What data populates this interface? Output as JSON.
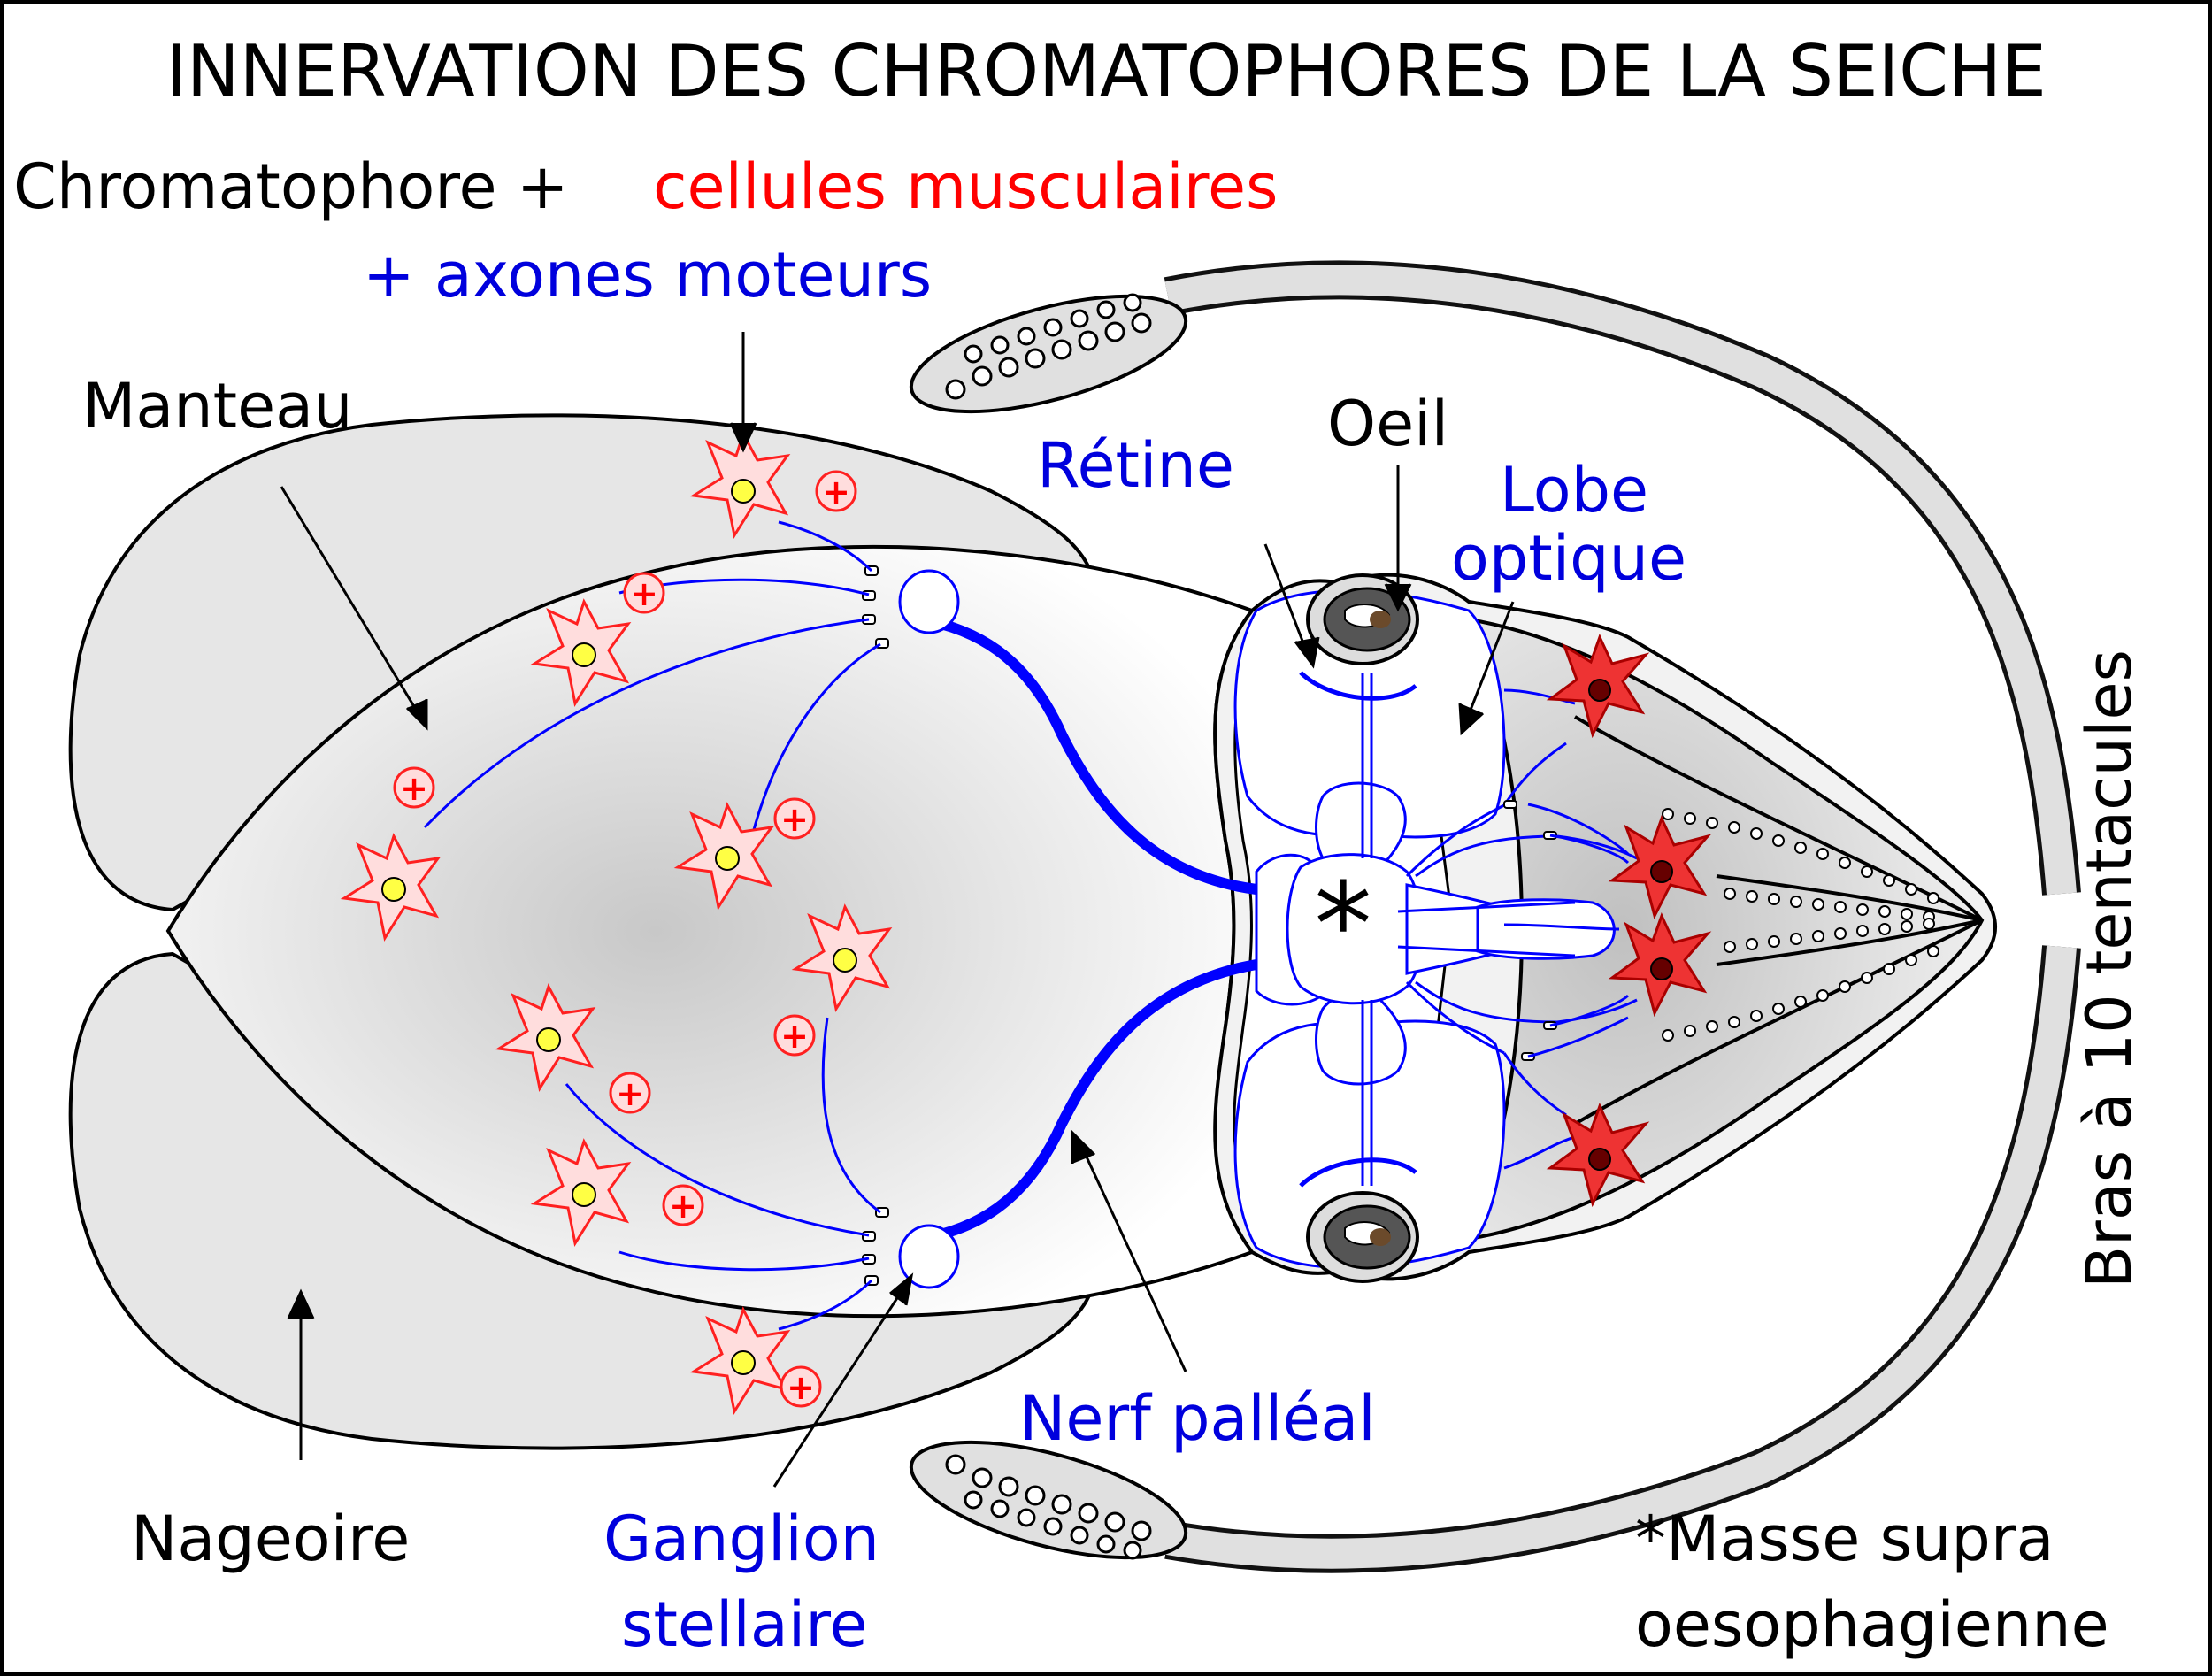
{
  "title": "INNERVATION DES CHROMATOPHORES DE LA SEICHE",
  "legend": {
    "line1_black": "Chromatophore +",
    "line1_red": "cellules musculaires",
    "line2_blue": "+ axones moteurs"
  },
  "labels": {
    "manteau": "Manteau",
    "nageoire": "Nageoire",
    "retine": "Rétine",
    "oeil": "Oeil",
    "lobe_optique_1": "Lobe",
    "lobe_optique_2": "optique",
    "nerf_palleal": "Nerf palléal",
    "ganglion_1": "Ganglion",
    "ganglion_2": "stellaire",
    "bras": "Bras à 10 tentacules",
    "masse_1": "*Masse supra",
    "masse_2": "oesophagienne",
    "asterisk": "*",
    "plus_sign": "+"
  },
  "colors": {
    "black_text": "#000000",
    "red_text": "#ff0000",
    "blue_text": "#0000dd",
    "nerve_blue": "#0000ff",
    "body_grey": "#e6e6e6",
    "chromatophore_fill": "#ffdddd",
    "chromatophore_stroke": "#ff2020",
    "chromatophore_nucleus": "#ffff44",
    "dark_chromatophore": "#ee3333"
  }
}
